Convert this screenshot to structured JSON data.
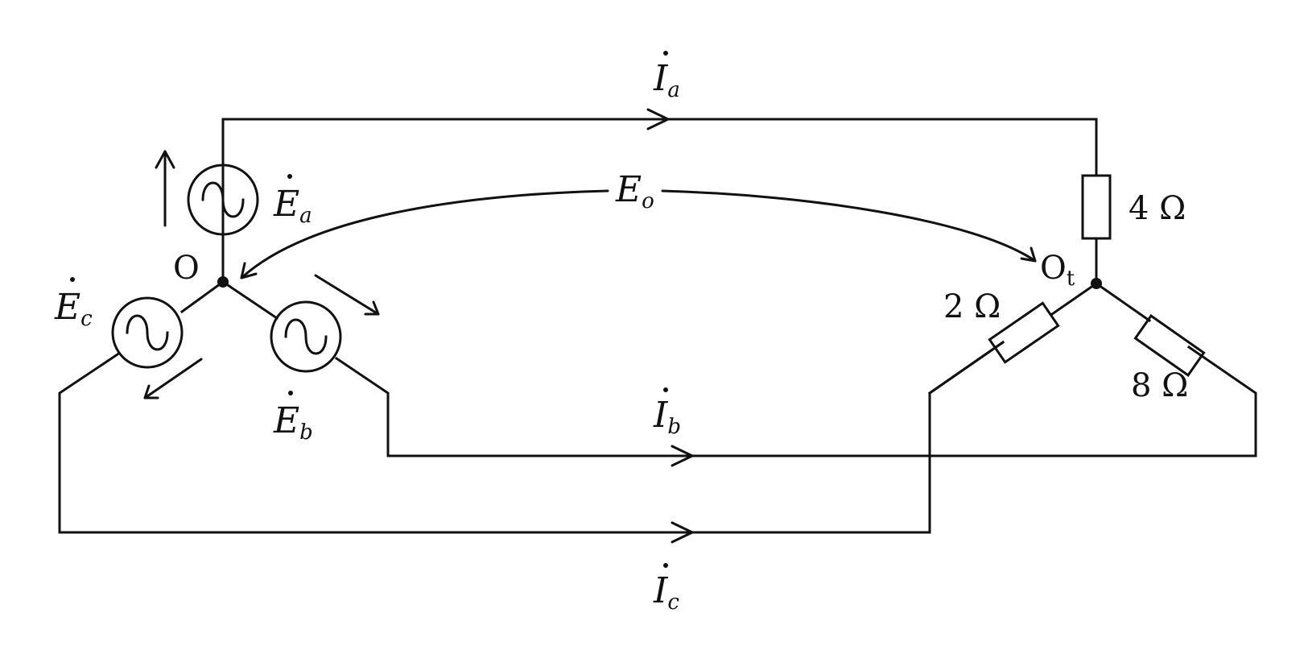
{
  "labels": {
    "Ia": "I",
    "Ia_sub": "a",
    "Ib": "I",
    "Ib_sub": "b",
    "Ic": "I",
    "Ic_sub": "c",
    "Ea": "E",
    "Ea_sub": "a",
    "Eb": "E",
    "Eb_sub": "b",
    "Ec": "E",
    "Ec_sub": "c",
    "Eo": "E",
    "Eo_sub": "o",
    "O": "O",
    "Ot": "O",
    "Ot_sub": "t",
    "R4": "4 Ω",
    "R2": "2 Ω",
    "R8": "8 Ω"
  },
  "colors": {
    "stroke": "#111111",
    "background": "#ffffff"
  }
}
